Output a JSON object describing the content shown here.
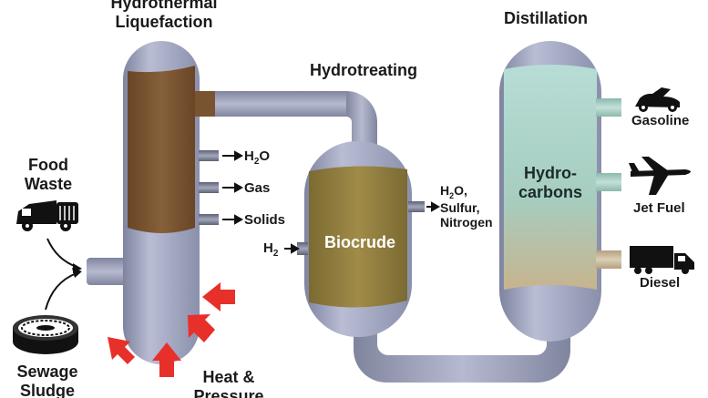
{
  "stages": {
    "liquefaction_line1": "Hydrothermal",
    "liquefaction_line2": "Liquefaction",
    "hydrotreating": "Hydrotreating",
    "distillation": "Distillation"
  },
  "inputs": {
    "food_waste_line1": "Food",
    "food_waste_line2": "Waste",
    "sewage_line1": "Sewage",
    "sewage_line2": "Sludge",
    "heat_line1": "Heat &",
    "heat_line2": "Pressure",
    "h2_main": "H",
    "h2_sub": "2"
  },
  "htl_outputs": {
    "water_main": "H",
    "water_sub": "2",
    "water_tail": "O",
    "gas": "Gas",
    "solids": "Solids"
  },
  "hydrotreater": {
    "contents": "Biocrude",
    "byproduct_water_main": "H",
    "byproduct_water_sub": "2",
    "byproduct_water_tail": "O,",
    "byproduct_line2": "Sulfur,",
    "byproduct_line3": "Nitrogen"
  },
  "column": {
    "contents_line1": "Hydro-",
    "contents_line2": "carbons"
  },
  "products": [
    {
      "label": "Gasoline",
      "icon": "car-icon"
    },
    {
      "label": "Jet Fuel",
      "icon": "airplane-icon"
    },
    {
      "label": "Diesel",
      "icon": "truck-icon"
    }
  ],
  "colors": {
    "vessel": "#9ea3bf",
    "biomass": "#7a5330",
    "biocrude": "#8f7a3c",
    "hydrocarbons": "#a9d1c6",
    "heat_arrow": "#e8302a"
  }
}
